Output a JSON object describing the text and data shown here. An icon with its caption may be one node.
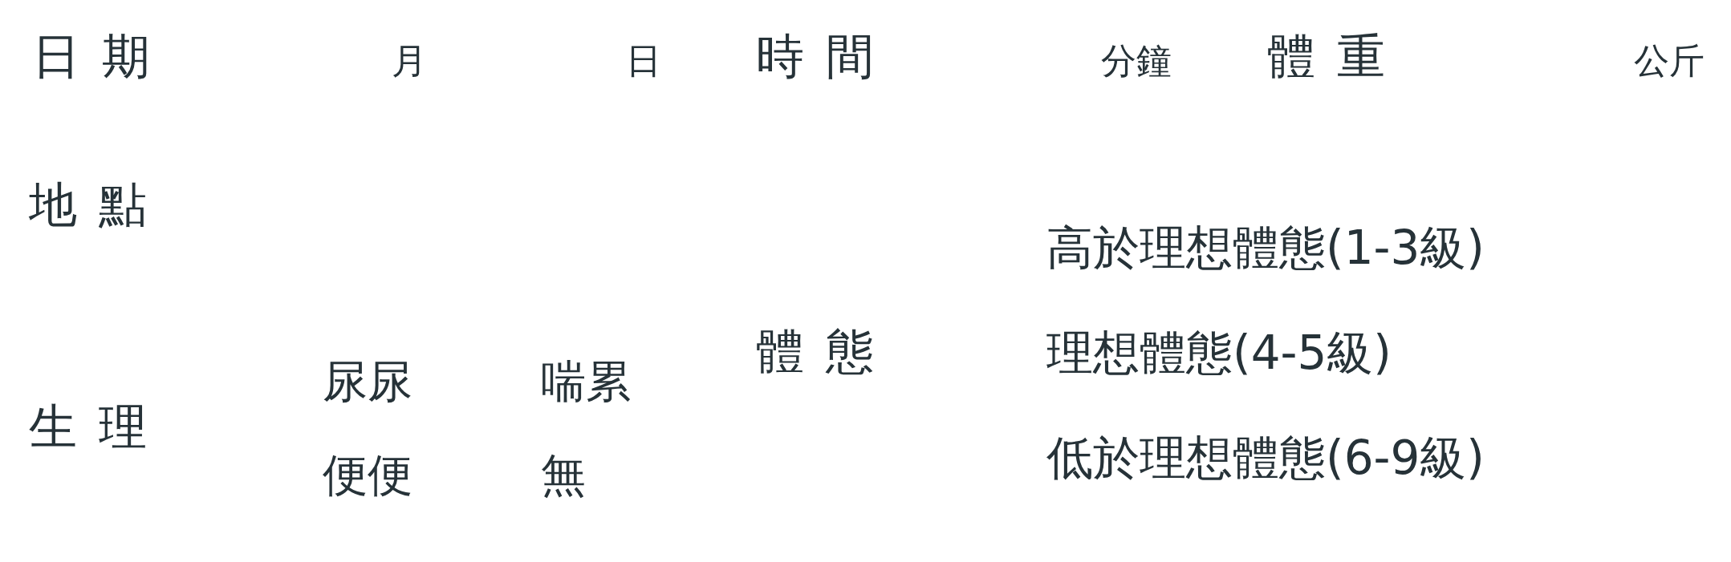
{
  "diagram": {
    "labels": [
      "日期",
      "月",
      "日",
      "時間",
      "分鐘",
      "體重",
      "公斤",
      "地點",
      "高於理想體態(1-3級)",
      "體態",
      "理想體態(4-5級)",
      "尿尿",
      "喘累",
      "生理",
      "便便",
      "無",
      "低於理想體態(6-9級)"
    ]
  }
}
